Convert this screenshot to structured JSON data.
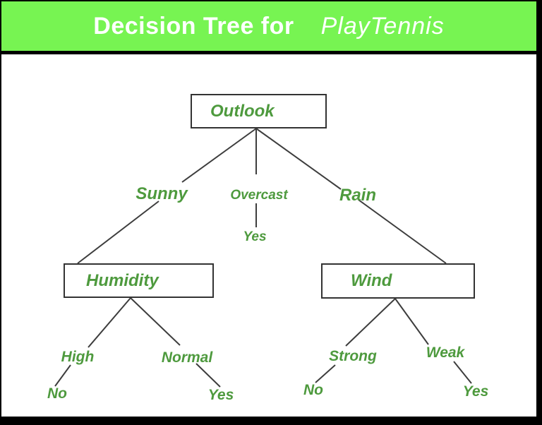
{
  "header": {
    "title_prefix": "Decision Tree for",
    "title_emphasis": "PlayTennis",
    "background_color": "#77F452",
    "text_color": "#FFFFFF"
  },
  "colors": {
    "label_green": "#4E9A3E",
    "edge_line": "#3D3D3D",
    "node_border": "#333333",
    "canvas_background": "#FFFFFF",
    "frame_border": "#000000"
  },
  "diagram": {
    "type": "decision-tree",
    "nodes": [
      {
        "id": "outlook",
        "label": "Outlook"
      },
      {
        "id": "humidity",
        "label": "Humidity"
      },
      {
        "id": "wind",
        "label": "Wind"
      }
    ],
    "edge_labels": [
      {
        "from": "outlook",
        "to": "humidity",
        "label": "Sunny"
      },
      {
        "from": "outlook",
        "to": "yes-overcast",
        "label": "Overcast"
      },
      {
        "from": "outlook",
        "to": "wind",
        "label": "Rain"
      },
      {
        "from": "humidity",
        "to": "no-high",
        "label": "High"
      },
      {
        "from": "humidity",
        "to": "yes-normal",
        "label": "Normal"
      },
      {
        "from": "wind",
        "to": "no-strong",
        "label": "Strong"
      },
      {
        "from": "wind",
        "to": "yes-weak",
        "label": "Weak"
      }
    ],
    "leaves": [
      {
        "id": "yes-overcast",
        "label": "Yes"
      },
      {
        "id": "no-high",
        "label": "No"
      },
      {
        "id": "yes-normal",
        "label": "Yes"
      },
      {
        "id": "no-strong",
        "label": "No"
      },
      {
        "id": "yes-weak",
        "label": "Yes"
      }
    ]
  }
}
